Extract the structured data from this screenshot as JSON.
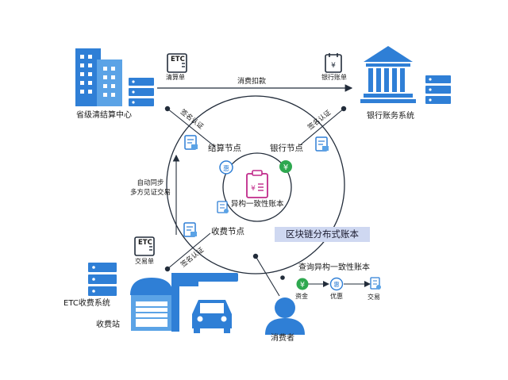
{
  "entities": {
    "provincial_center": "省级清结算中心",
    "bank_system": "银行账务系统",
    "etc_system": "ETC收费系统",
    "toll_station": "收费站",
    "consumer": "消费者"
  },
  "documents": {
    "clearing_sheet": {
      "icon_text": "ETC",
      "label": "清算单"
    },
    "bank_sheet": {
      "label": "银行账单"
    },
    "transaction_sheet": {
      "icon_text": "ETC",
      "label": "交易单"
    }
  },
  "nodes": {
    "settlement": "结算节点",
    "bank": "银行节点",
    "toll": "收费节点",
    "center": "异构一致性账本"
  },
  "edges": {
    "consume_deduct": "消费扣款",
    "sign_top_left": "签名认证",
    "sign_top_right": "签名认证",
    "sign_bottom": "签名认证",
    "sync_line1": "自动同步",
    "sync_line2": "多方见证交易"
  },
  "banner": "区块链分布式账本",
  "query": {
    "title": "查询异构一致性账本",
    "steps": [
      "资金",
      "优惠",
      "交易"
    ]
  },
  "colors": {
    "blue": "#2f7fd6",
    "light_blue": "#5ba3e6",
    "dark": "#222c3a",
    "green": "#2ea84f",
    "magenta": "#c02a8a",
    "banner_bg": "#cfd8f1"
  }
}
